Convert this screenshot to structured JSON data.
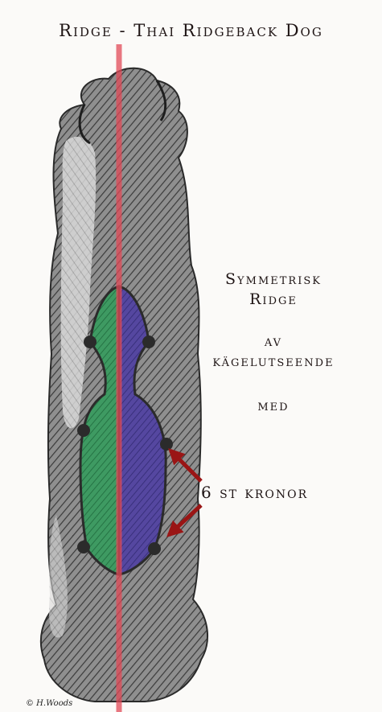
{
  "title": "Ridge - Thai Ridgeback Dog",
  "caption": {
    "line1": "Symmetrisk",
    "line2": "Ridge",
    "line3": "av",
    "line4": "kägelutseende",
    "line5": "med"
  },
  "crowns_label": "6 st kronor",
  "signature": "© H.Woods",
  "colors": {
    "center_line": "#e24a58",
    "ridge_left": "#2f8f55",
    "ridge_right": "#4b3e96",
    "arrow": "#9a1515",
    "crown_marker": "#2b2b2b"
  },
  "icons": [
    "dog-silhouette",
    "center-line",
    "crown-marker",
    "arrow"
  ]
}
